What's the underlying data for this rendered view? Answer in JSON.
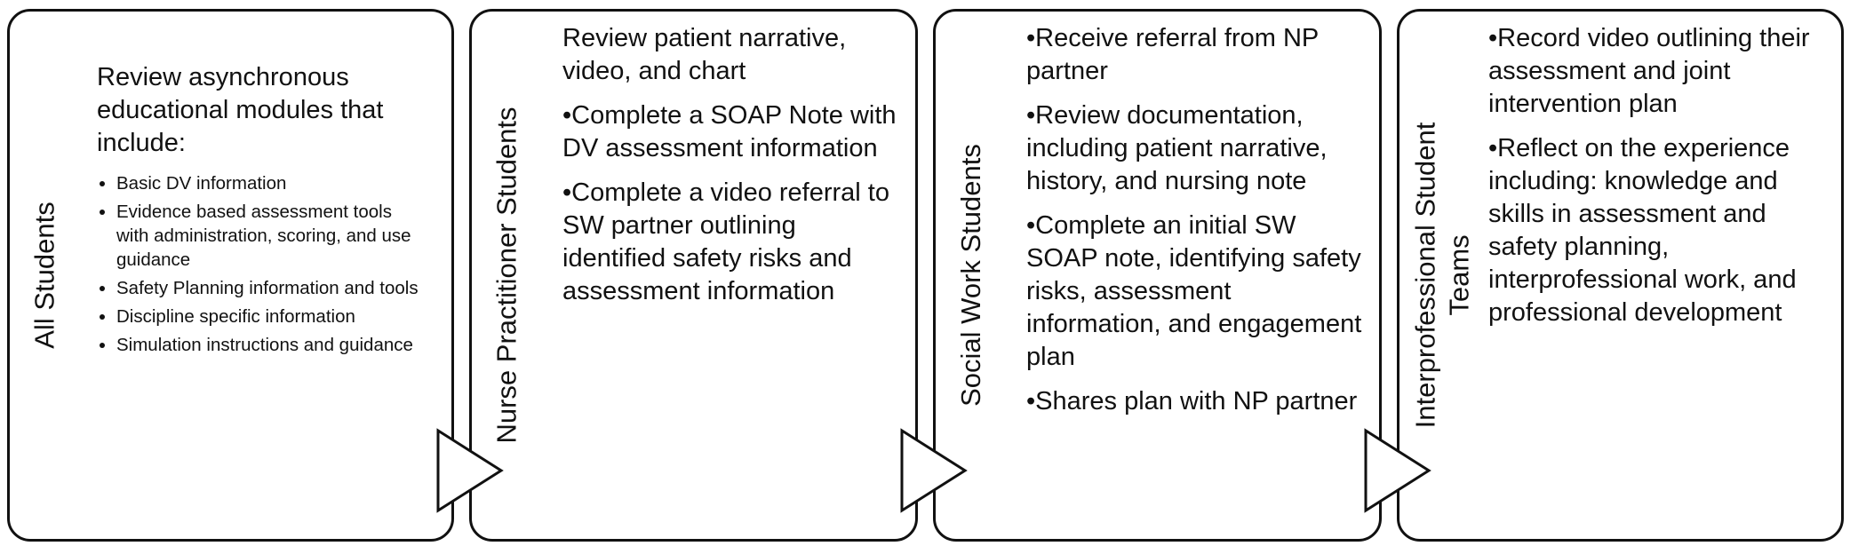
{
  "panels": [
    {
      "title_lines": [
        "All Students"
      ],
      "intro": "Review asynchronous educational modules that include:",
      "bullets": [
        "Basic DV information",
        "Evidence based assessment tools with administration, scoring, and use guidance",
        "Safety Planning information and tools",
        "Discipline specific information",
        "Simulation instructions and guidance"
      ]
    },
    {
      "title_lines": [
        "Nurse Practitioner Students"
      ],
      "items": [
        "Review patient narrative, video, and chart",
        "•Complete a SOAP Note with DV assessment information",
        "•Complete a video referral to SW partner outlining identified safety risks and assessment information"
      ]
    },
    {
      "title_lines": [
        "Social Work Students"
      ],
      "items": [
        "•Receive referral from NP partner",
        "•Review documentation, including patient narrative, history, and nursing note",
        "•Complete an initial SW SOAP note, identifying safety risks, assessment information, and engagement plan",
        "•Shares plan with NP partner"
      ]
    },
    {
      "title_lines": [
        "Interprofessional Student",
        "Teams"
      ],
      "items": [
        "•Record video outlining their assessment and joint intervention plan",
        "•Reflect on the experience including: knowledge and skills in assessment and safety planning, interprofessional work, and professional development"
      ]
    }
  ]
}
